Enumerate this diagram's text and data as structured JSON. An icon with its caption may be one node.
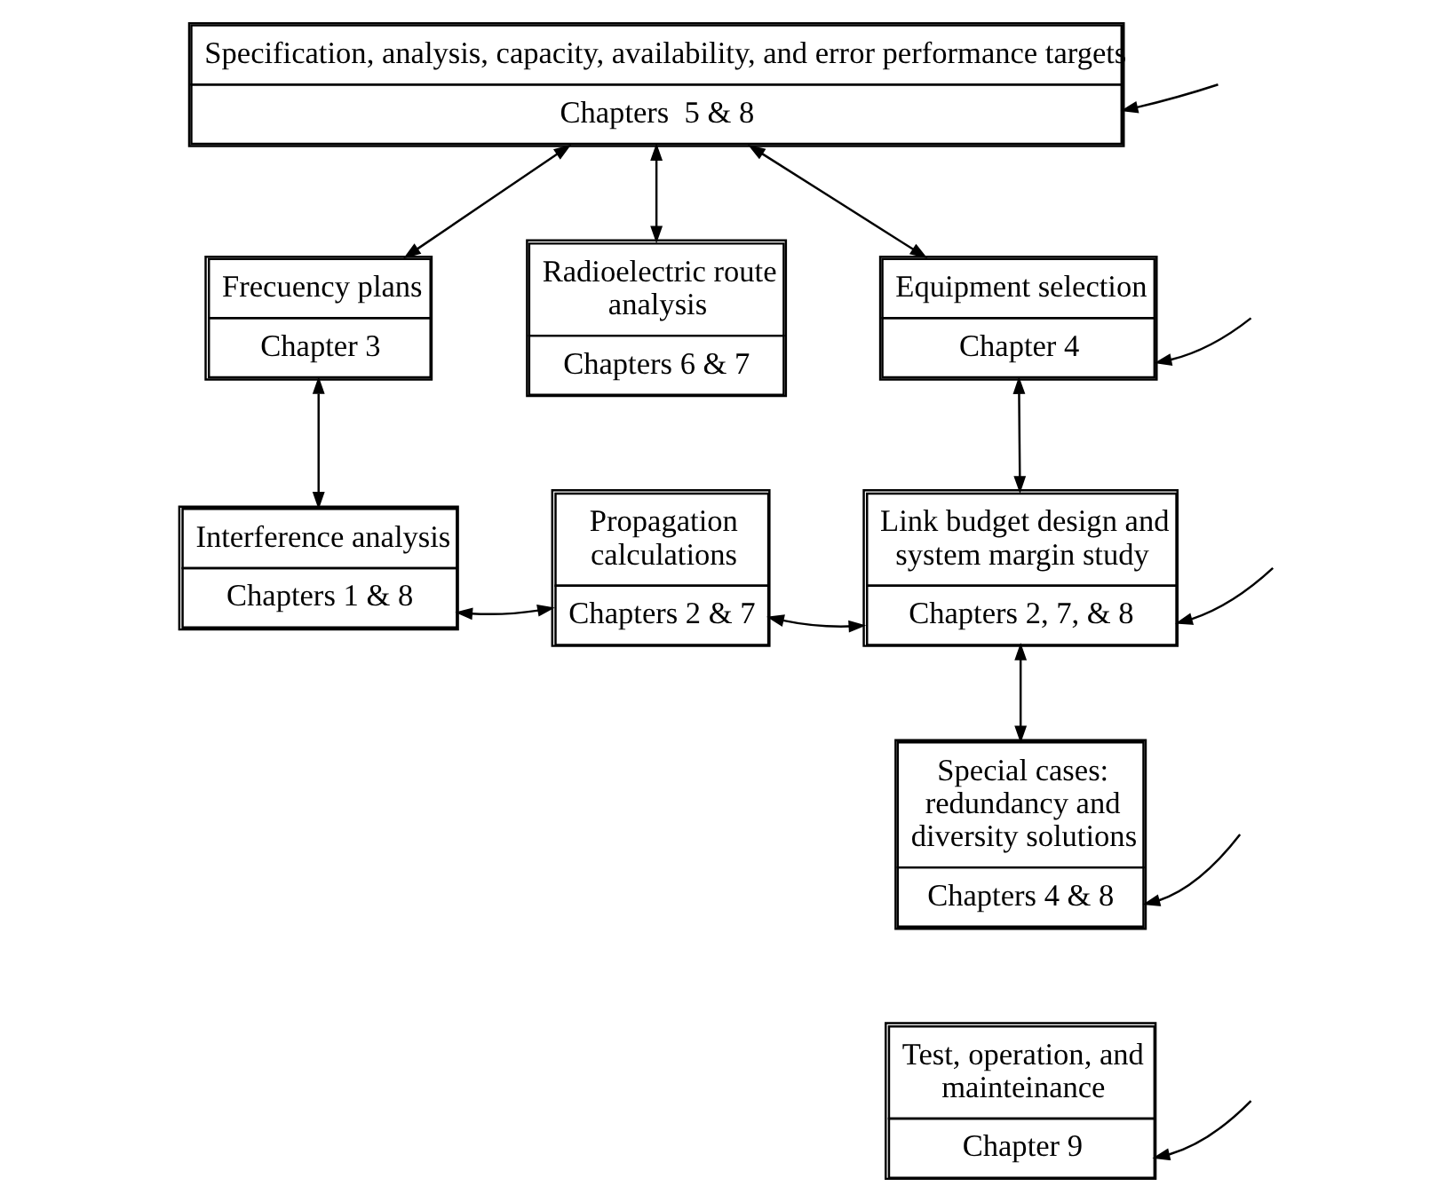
{
  "diagram": {
    "nodes": [
      {
        "text": [
          "Specification, analysis, capacity, availability, and error performance targets",
          "Chapters  5 & 8"
        ]
      },
      {
        "text": [
          "Frecuency plans",
          "Chapter 3"
        ]
      },
      {
        "text": [
          "Radioelectric route analysis",
          "Chapters 6 & 7"
        ]
      },
      {
        "text": [
          "Equipment selection",
          "Chapter 4"
        ]
      },
      {
        "text": [
          "Interference analysis",
          "Chapters 1 & 8"
        ]
      },
      {
        "text": [
          "Propagation calculations",
          "Chapters 2 & 7"
        ]
      },
      {
        "text": [
          "Link budget design and system margin study",
          "Chapters 2, 7, & 8"
        ]
      },
      {
        "text": [
          "Special cases: redundancy and diversity solutions",
          "Chapters 4 & 8"
        ]
      },
      {
        "text": [
          "Test, operation, and mainteinance",
          "Chapter 9"
        ]
      }
    ],
    "edges": [
      {
        "from": 0,
        "to": 1,
        "arrow": "both"
      },
      {
        "from": 0,
        "to": 2,
        "arrow": "both"
      },
      {
        "from": 0,
        "to": 3,
        "arrow": "both"
      },
      {
        "from": 1,
        "to": 4,
        "arrow": "both"
      },
      {
        "from": 4,
        "to": 5,
        "arrow": "both"
      },
      {
        "from": 5,
        "to": 6,
        "arrow": "both"
      },
      {
        "from": 3,
        "to": 6,
        "arrow": "both"
      },
      {
        "from": 6,
        "to": 7,
        "arrow": "both"
      },
      {
        "from": null,
        "to": 0,
        "arrow": "to"
      },
      {
        "from": null,
        "to": 3,
        "arrow": "to"
      },
      {
        "from": null,
        "to": 6,
        "arrow": "to"
      },
      {
        "from": null,
        "to": 7,
        "arrow": "to"
      },
      {
        "from": null,
        "to": 8,
        "arrow": "to"
      }
    ]
  }
}
